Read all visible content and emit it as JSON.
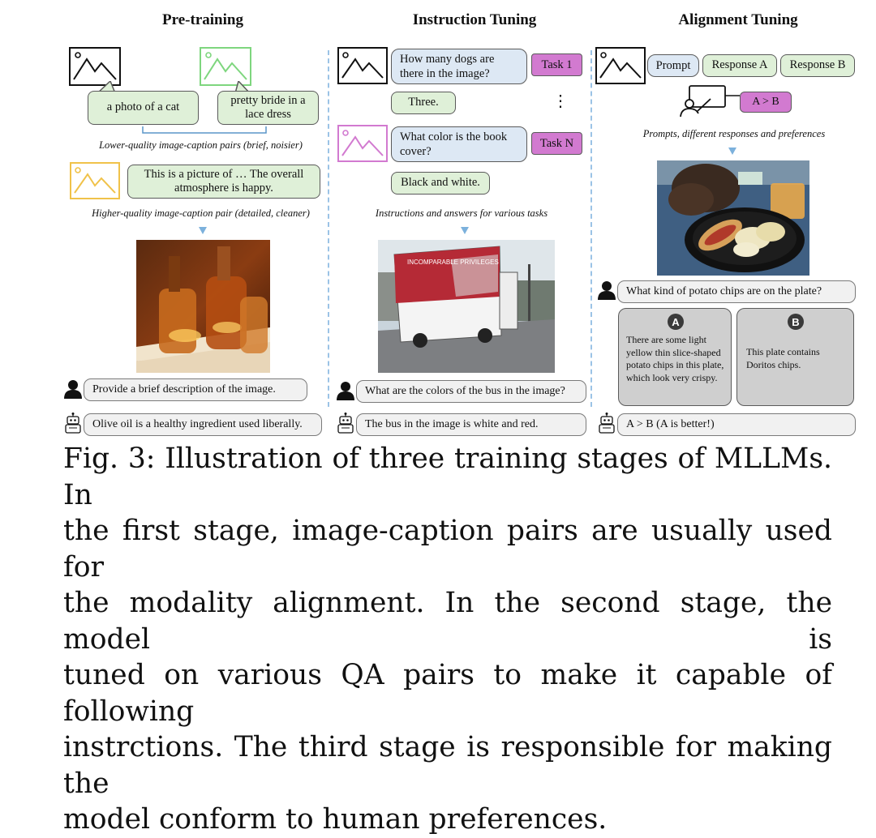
{
  "stages": {
    "pretraining": {
      "title": "Pre-training",
      "caption_short_1": "a photo of a cat",
      "caption_short_2": "pretty bride in a lace dress",
      "low_quality_note": "Lower-quality image-caption pairs (brief, noisier)",
      "caption_long": "This is a picture of … The overall atmosphere is happy.",
      "high_quality_note": "Higher-quality image-caption pair (detailed, cleaner)",
      "user_prompt": "Provide a brief description of the image.",
      "model_answer": "Olive oil is a healthy ingredient used liberally."
    },
    "instruction": {
      "title": "Instruction Tuning",
      "question_1": "How many dogs are there in the image?",
      "task_1": "Task 1",
      "answer_1": "Three.",
      "ellipsis": "⋮",
      "question_n": "What color is the book cover?",
      "task_n": "Task N",
      "answer_n": "Black and white.",
      "note": "Instructions and answers for various tasks",
      "bus_sign": "INCOMPARABLE PRIVILEGES",
      "user_prompt": "What are the colors of the bus in the image?",
      "model_answer": "The bus in the image is white and red."
    },
    "alignment": {
      "title": "Alignment Tuning",
      "prompt": "Prompt",
      "response_a": "Response A",
      "response_b": "Response B",
      "preference": "A > B",
      "note": "Prompts, different responses and preferences",
      "user_prompt": "What kind of potato chips are on the plate?",
      "badge_a": "A",
      "text_a": "There are some light yellow thin slice-shaped potato chips in this plate, which look very crispy.",
      "badge_b": "B",
      "text_b": "This plate contains Doritos chips.",
      "model_answer": "A > B (A is better!)"
    }
  },
  "figure_caption": {
    "lines": [
      "Fig. 3: Illustration of three training stages of MLLMs. In",
      "the first stage, image-caption pairs are usually used for",
      "the modality alignment. In the second stage, the model is",
      "tuned on various QA pairs to make it capable of following",
      "instrctions. The third stage is responsible for making the",
      "model conform to human preferences."
    ]
  },
  "colors": {
    "caption_green": "#dff0d8",
    "question_blue": "#dde8f4",
    "task_pink": "#d27ad0",
    "divider_blue": "#9bc3e6",
    "image_icon_green": "#7ed67e",
    "image_icon_yellow": "#f0c24a",
    "image_icon_pink": "#d27ad0"
  },
  "icons": [
    "image-icon",
    "user-icon",
    "robot-icon",
    "annotator-icon"
  ]
}
